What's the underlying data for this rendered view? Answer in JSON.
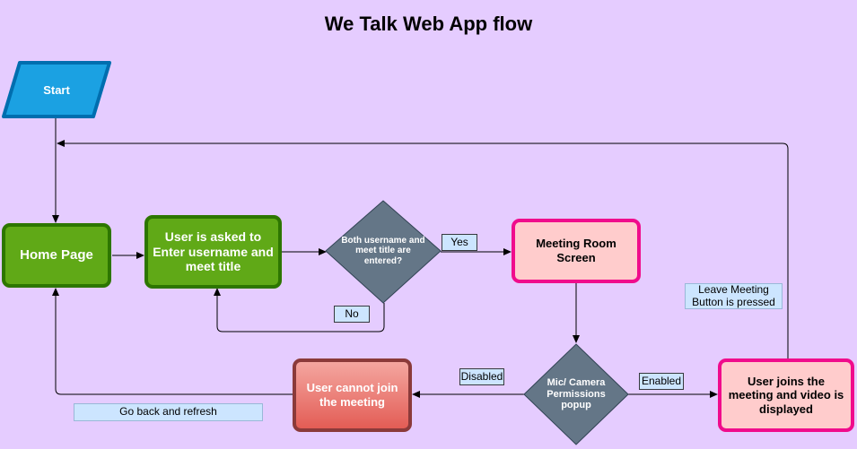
{
  "title": "We Talk Web App flow",
  "nodes": {
    "start": "Start",
    "home": "Home Page",
    "enter": "User is asked to Enter username and meet title",
    "decision_entered": "Both username and meet title are entered?",
    "meeting_room": "Meeting Room Screen",
    "permissions": "Mic/ Camera Permissions popup",
    "joins": "User joins the meeting and video is displayed",
    "cannot_join": "User cannot join the meeting"
  },
  "labels": {
    "yes": "Yes",
    "no": "No",
    "enabled": "Enabled",
    "disabled": "Disabled",
    "leave": "Leave Meeting Button is pressed",
    "go_back": "Go back and refresh"
  },
  "colors": {
    "background": "#E5CCFF",
    "start_fill": "#1BA1E2",
    "start_stroke": "#006EAF",
    "process_fill": "#60A917",
    "process_stroke": "#2D7600",
    "decision_fill": "#647687",
    "decision_stroke": "#314354",
    "screen_fill": "#FFCCCC",
    "screen_stroke": "#F00C8C",
    "error_stroke": "#8B3A3A",
    "label_fill": "#CCE5FF"
  }
}
